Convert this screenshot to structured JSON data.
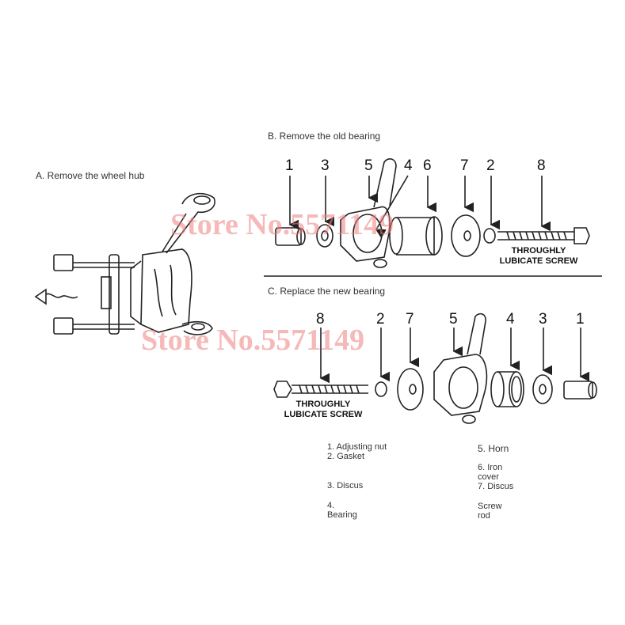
{
  "sections": {
    "a_title": "A. Remove the wheel hub",
    "b_title": "B. Remove the old bearing",
    "c_title": "C. Replace the new bearing"
  },
  "b_numbers": [
    "1",
    "3",
    "5",
    "4",
    "6",
    "7",
    "2",
    "8"
  ],
  "c_numbers": [
    "8",
    "2",
    "7",
    "5",
    "4",
    "3",
    "1"
  ],
  "screw_label_line1": "THROUGHLY",
  "screw_label_line2": "LUBICATE SCREW",
  "legend": {
    "item1": "1. Adjusting nut",
    "item2": "2. Gasket",
    "item3": "3. Discus",
    "item4a": "4.",
    "item4b": "Bearing",
    "item5": "5. Horn",
    "item6a": "6. Iron",
    "item6b": "cover",
    "item7": "7. Discus",
    "item8a": "Screw",
    "item8b": "rod"
  },
  "watermark": "Store No.5571149",
  "colors": {
    "line": "#222222",
    "watermark": "#f08080"
  }
}
